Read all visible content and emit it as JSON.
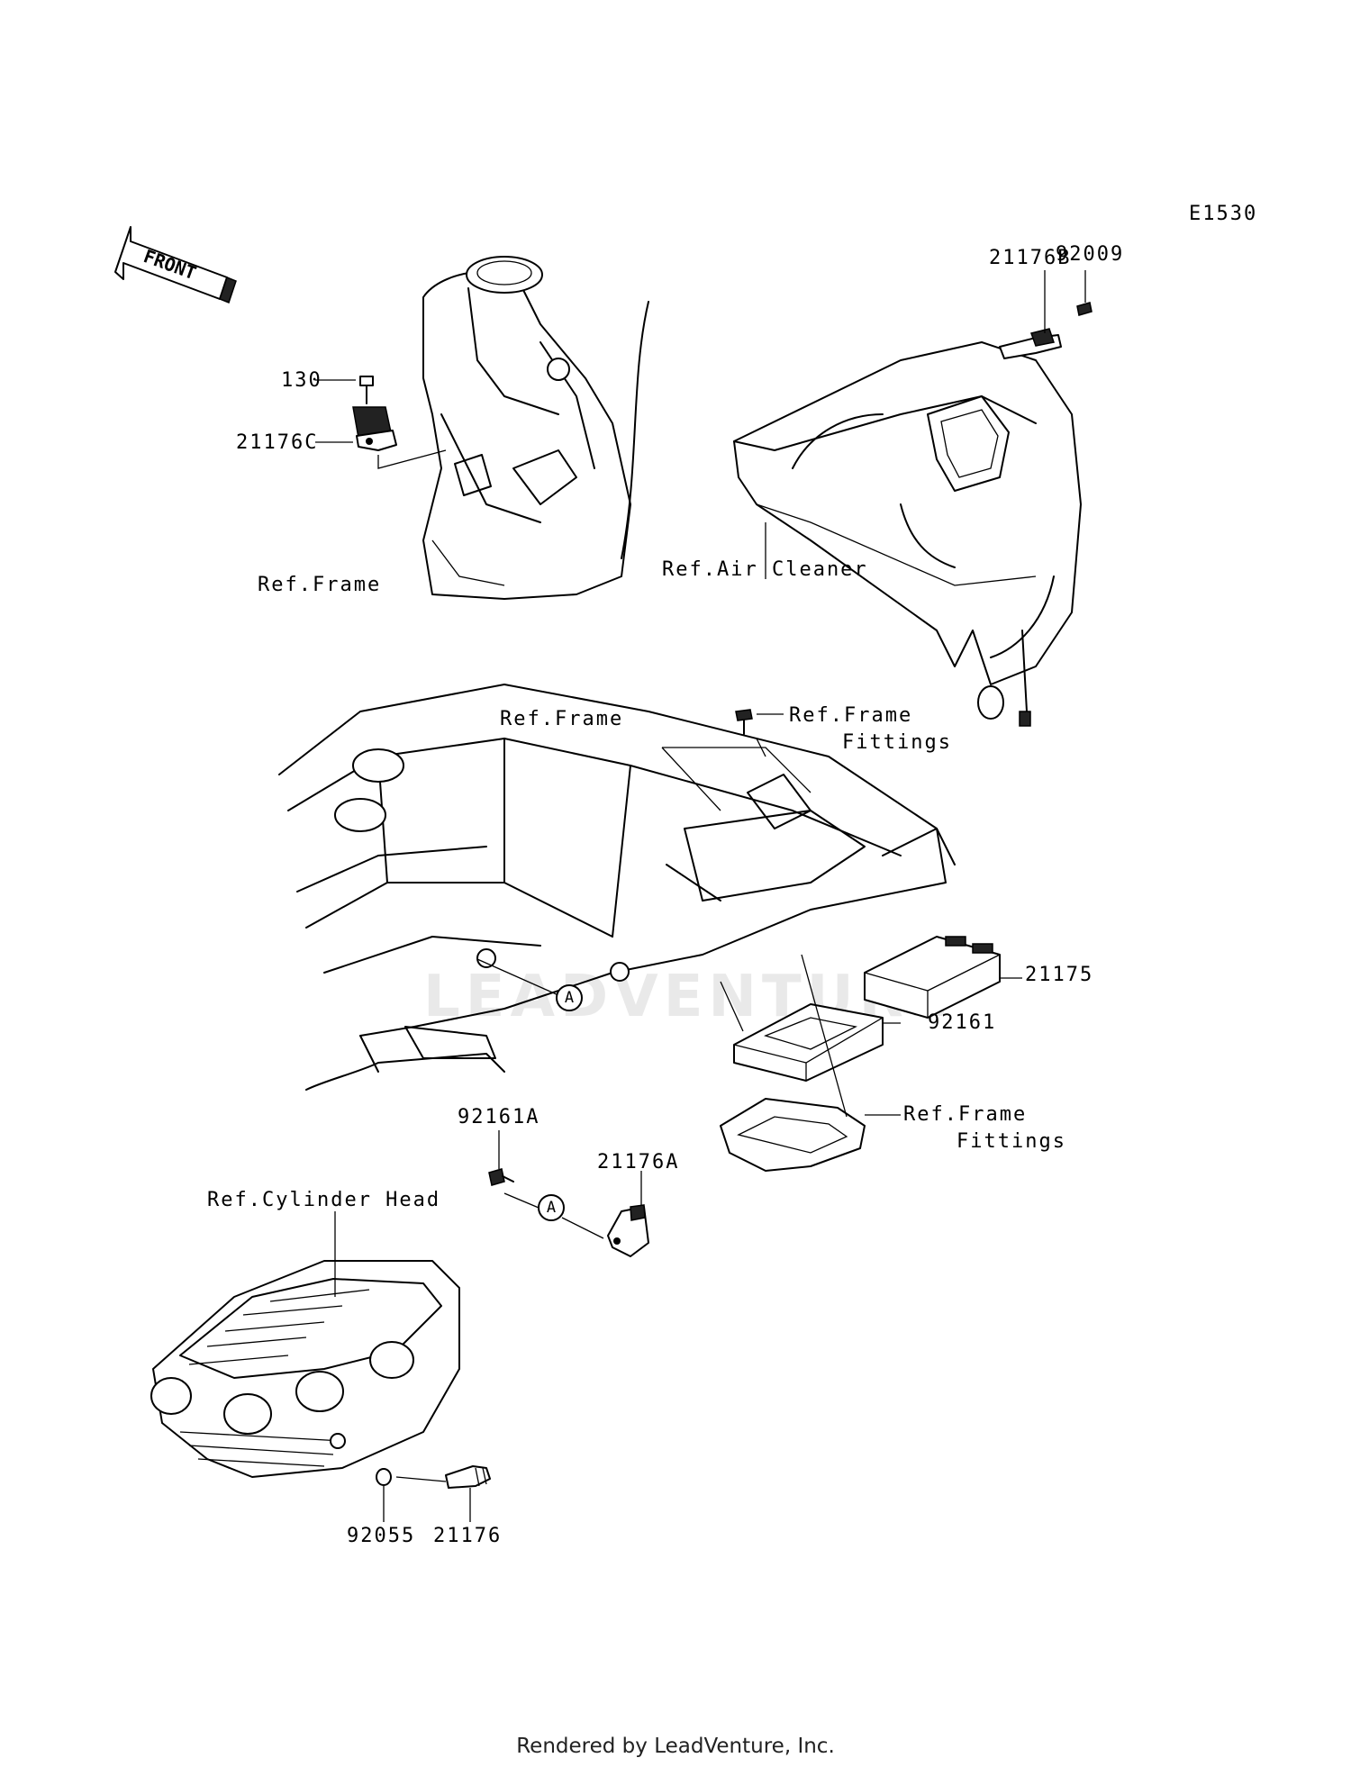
{
  "diagram": {
    "code": "E1530",
    "front_label": "FRONT",
    "watermark": "LEADVENTURE",
    "footer": "Rendered by LeadVenture, Inc."
  },
  "parts": {
    "p92009": "92009",
    "p21176B": "21176B",
    "p130": "130",
    "p21176C": "21176C",
    "p21175": "21175",
    "p92161": "92161",
    "p92161A": "92161A",
    "p21176A": "21176A",
    "p92055": "92055",
    "p21176": "21176"
  },
  "refs": {
    "frame_top": "Ref.Frame",
    "air_cleaner": "Ref.Air Cleaner",
    "frame_mid": "Ref.Frame",
    "frame_fittings_top_1": "Ref.Frame",
    "frame_fittings_top_2": "Fittings",
    "frame_fittings_bot_1": "Ref.Frame",
    "frame_fittings_bot_2": "Fittings",
    "cylinder_head": "Ref.Cylinder Head"
  },
  "callouts": {
    "a1": "A",
    "a2": "A"
  }
}
